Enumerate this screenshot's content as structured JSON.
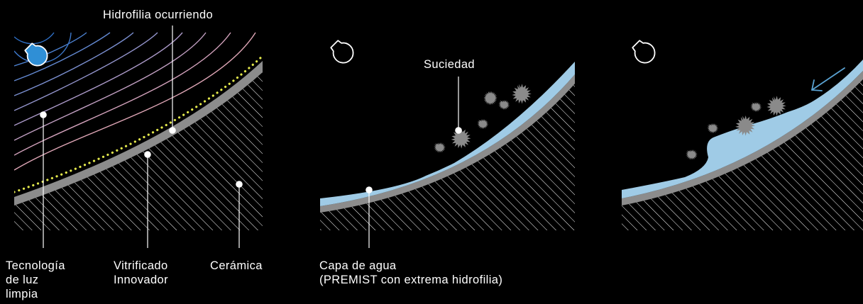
{
  "panel1": {
    "callout_top": "Hidrofilia ocurriendo",
    "label_light_tech": "Tecnología\nde luz\nlimpia",
    "label_glaze": "Vitrificado\nInnovador",
    "label_ceramic": "Cerámica"
  },
  "panel2": {
    "callout_top": "Suciedad",
    "label_water": "Capa de agua\n(PREMIST con extrema hidrofilia)"
  },
  "colors": {
    "background": "#000000",
    "lamp_active": "#2f8fd6",
    "water": "#9fcbe6",
    "glaze": "#8c8c8c",
    "hydrophilic_dots": "#e3e84c",
    "dirt": "#8a8a8a",
    "flow_arrow": "#5aa2d2"
  },
  "icons": [
    "lightbulb-icon",
    "lightbulb-outline-icon",
    "dirt-particle-icon",
    "flow-arrow-icon"
  ]
}
